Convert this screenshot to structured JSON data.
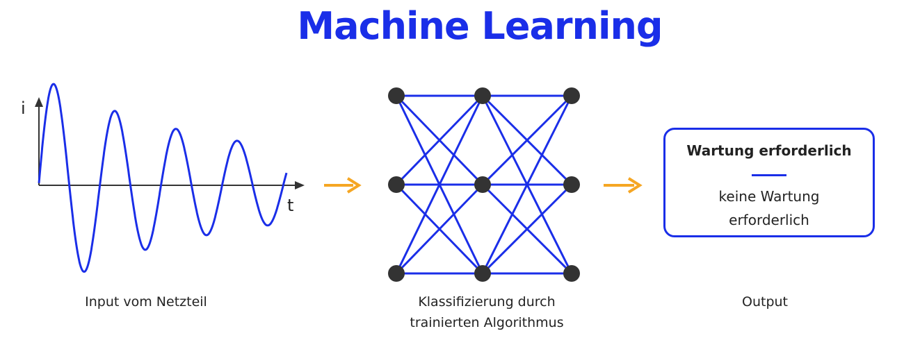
{
  "title": "Machine Learning",
  "input": {
    "y_axis_label": "i",
    "x_axis_label": "t",
    "caption": "Input vom Netzteil"
  },
  "network": {
    "caption_line1": "Klassifizierung durch",
    "caption_line2": "trainierten Algorithmus",
    "layers": 3,
    "nodes_per_layer": 3
  },
  "output": {
    "selected": "Wartung erforderlich",
    "alternative_line1": "keine Wartung",
    "alternative_line2": "erforderlich",
    "caption": "Output"
  },
  "colors": {
    "accent": "#1a2ee8",
    "arrow": "#f5a623",
    "node": "#333333",
    "text": "#222222"
  },
  "icons": [
    "arrow-right-icon",
    "arrow-right-icon"
  ]
}
